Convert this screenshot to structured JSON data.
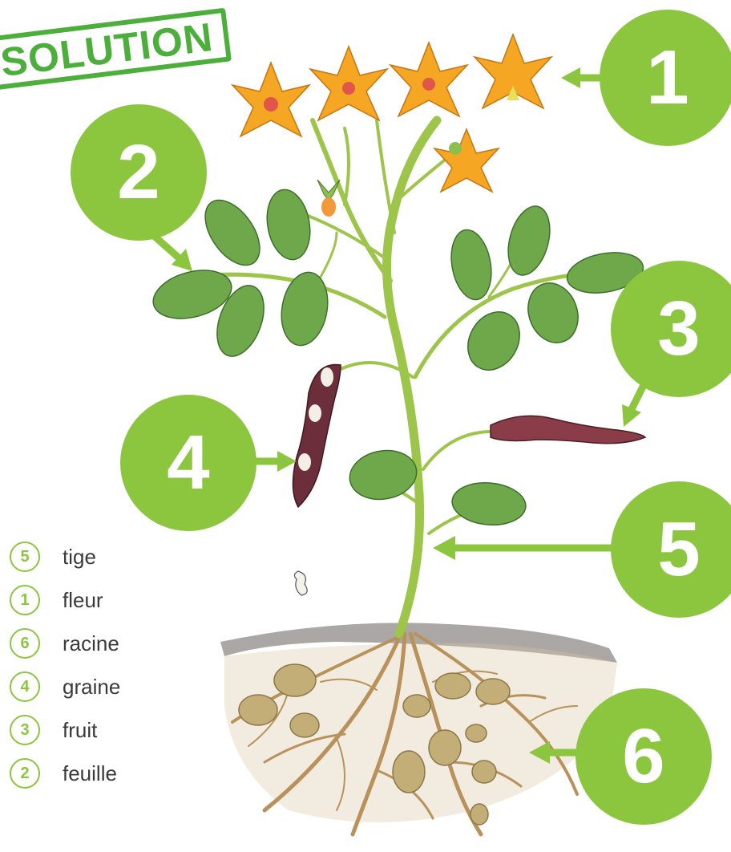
{
  "stamp": {
    "text": "SOLUTION"
  },
  "colors": {
    "accent": "#8cc63f",
    "stamp": "#4caf3c",
    "stem": "#9cc54a",
    "leaf": "#5e9a3f",
    "petal": "#f5a623",
    "pod": "#6b2e3a",
    "tuber": "#c4ae78",
    "root": "#b8925a"
  },
  "callouts": [
    {
      "num": "1",
      "target": "fleur"
    },
    {
      "num": "2",
      "target": "feuille"
    },
    {
      "num": "3",
      "target": "fruit"
    },
    {
      "num": "4",
      "target": "graine"
    },
    {
      "num": "5",
      "target": "tige"
    },
    {
      "num": "6",
      "target": "racine"
    }
  ],
  "legend": [
    {
      "num": "5",
      "label": "tige"
    },
    {
      "num": "1",
      "label": "fleur"
    },
    {
      "num": "6",
      "label": "racine"
    },
    {
      "num": "4",
      "label": "graine"
    },
    {
      "num": "3",
      "label": "fruit"
    },
    {
      "num": "2",
      "label": "feuille"
    }
  ]
}
